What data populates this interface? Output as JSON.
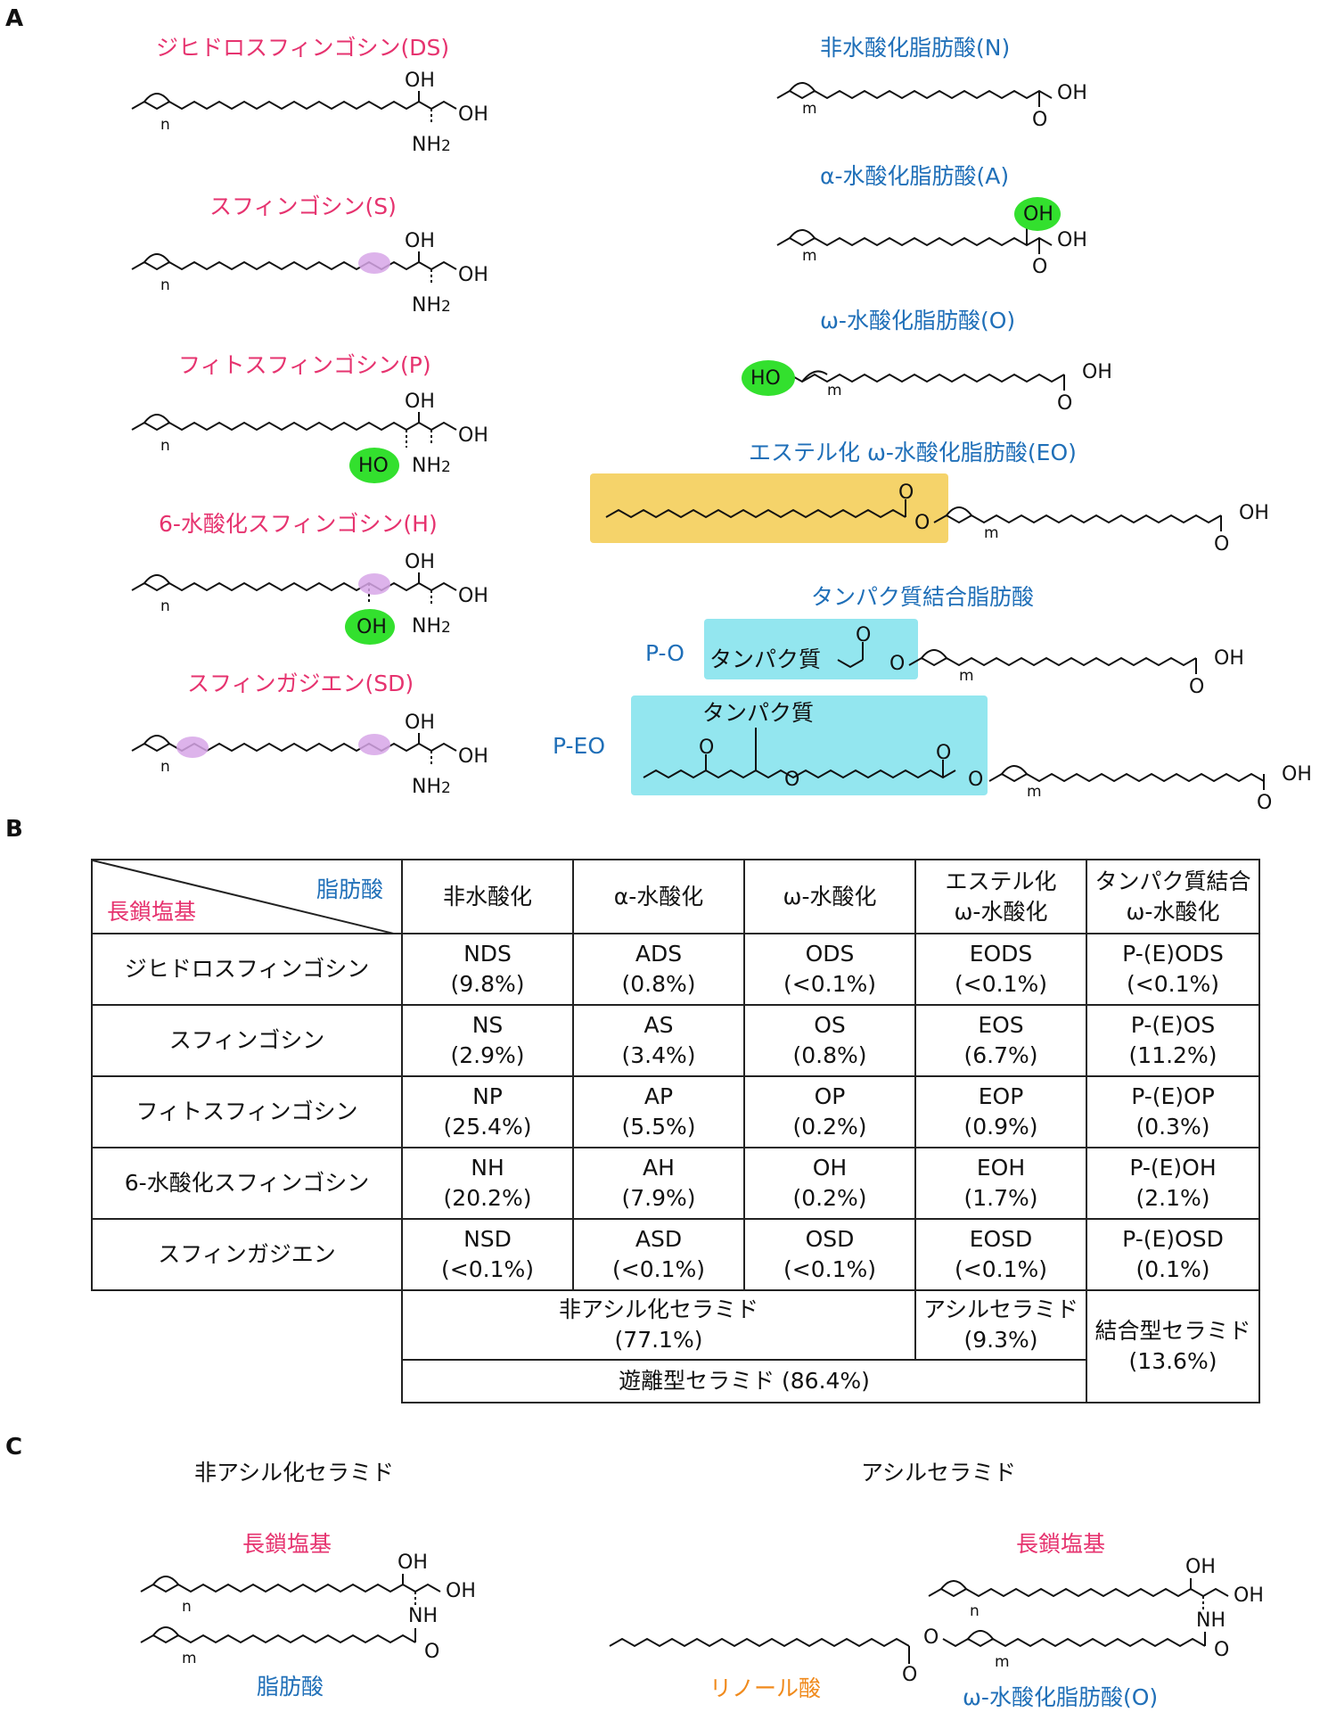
{
  "panels": {
    "a": "A",
    "b": "B",
    "c": "C"
  },
  "panel_a": {
    "lcb": [
      {
        "title": "ジヒドロスフィンゴシン(DS)"
      },
      {
        "title": "スフィンゴシン(S)"
      },
      {
        "title": "フィトスフィンゴシン(P)"
      },
      {
        "title": "6-水酸化スフィンゴシン(H)"
      },
      {
        "title": "スフィンガジエン(SD)"
      }
    ],
    "fa": [
      {
        "title": "非水酸化脂肪酸(N)"
      },
      {
        "title": "α-水酸化脂肪酸(A)"
      },
      {
        "title": "ω-水酸化脂肪酸(O)"
      },
      {
        "title": "エステル化 ω-水酸化脂肪酸(EO)"
      },
      {
        "title": "タンパク質結合脂肪酸"
      }
    ],
    "atoms": {
      "oh": "OH",
      "ho": "HO",
      "nh2": "NH",
      "two": "2",
      "o": "O",
      "nh": "NH"
    },
    "subs": {
      "n": "n",
      "m": "m"
    },
    "protein_label": "タンパク質",
    "po_label": "P-O",
    "peo_label": "P-EO",
    "highlight_colors": {
      "green": "#33e02e",
      "purple": "#d7a6e8",
      "yellow": "#f5d36a",
      "cyan": "#93e6ef"
    }
  },
  "table": {
    "diag_top": "脂肪酸",
    "diag_bottom": "長鎖塩基",
    "col_headers": [
      "非水酸化",
      "α-水酸化",
      "ω-水酸化",
      "エステル化\nω-水酸化",
      "タンパク質結合\nω-水酸化"
    ],
    "rows": [
      {
        "label": "ジヒドロスフィンゴシン",
        "cells": [
          [
            "NDS",
            "(9.8%)"
          ],
          [
            "ADS",
            "(0.8%)"
          ],
          [
            "ODS",
            "(<0.1%)"
          ],
          [
            "EODS",
            "(<0.1%)"
          ],
          [
            "P-(E)ODS",
            "(<0.1%)"
          ]
        ]
      },
      {
        "label": "スフィンゴシン",
        "cells": [
          [
            "NS",
            "(2.9%)"
          ],
          [
            "AS",
            "(3.4%)"
          ],
          [
            "OS",
            "(0.8%)"
          ],
          [
            "EOS",
            "(6.7%)"
          ],
          [
            "P-(E)OS",
            "(11.2%)"
          ]
        ]
      },
      {
        "label": "フィトスフィンゴシン",
        "cells": [
          [
            "NP",
            "(25.4%)"
          ],
          [
            "AP",
            "(5.5%)"
          ],
          [
            "OP",
            "(0.2%)"
          ],
          [
            "EOP",
            "(0.9%)"
          ],
          [
            "P-(E)OP",
            "(0.3%)"
          ]
        ]
      },
      {
        "label": "6-水酸化スフィンゴシン",
        "cells": [
          [
            "NH",
            "(20.2%)"
          ],
          [
            "AH",
            "(7.9%)"
          ],
          [
            "OH",
            "(0.2%)"
          ],
          [
            "EOH",
            "(1.7%)"
          ],
          [
            "P-(E)OH",
            "(2.1%)"
          ]
        ]
      },
      {
        "label": "スフィンガジエン",
        "cells": [
          [
            "NSD",
            "(<0.1%)"
          ],
          [
            "ASD",
            "(<0.1%)"
          ],
          [
            "OSD",
            "(<0.1%)"
          ],
          [
            "EOSD",
            "(<0.1%)"
          ],
          [
            "P-(E)OSD",
            "(0.1%)"
          ]
        ]
      }
    ],
    "summary": {
      "nonacyl": [
        "非アシル化セラミド",
        "(77.1%)"
      ],
      "acyl": [
        "アシルセラミド",
        "(9.3%)"
      ],
      "bound": [
        "結合型セラミド",
        "(13.6%)"
      ],
      "free": "遊離型セラミド (86.4%)"
    }
  },
  "panel_c": {
    "left_title": "非アシル化セラミド",
    "right_title": "アシルセラミド",
    "lcb_label": "長鎖塩基",
    "fa_label": "脂肪酸",
    "linoleic_label": "リノール酸",
    "omega_label": "ω-水酸化脂肪酸(O)"
  }
}
